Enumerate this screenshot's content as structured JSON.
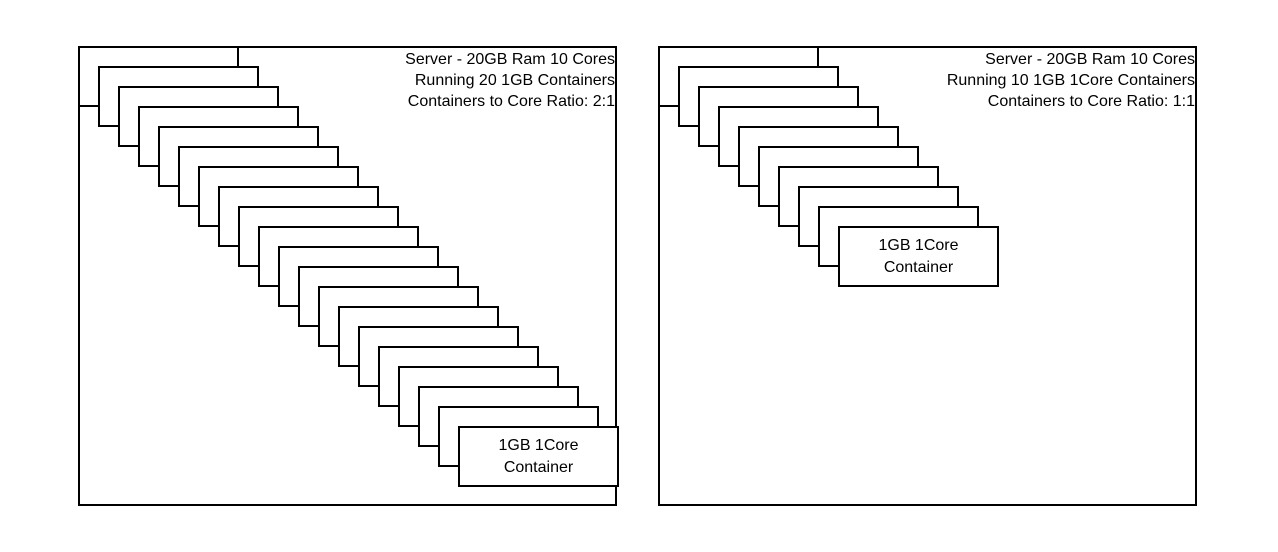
{
  "servers": [
    {
      "info": [
        "Server - 20GB Ram 10 Cores",
        "Running 20 1GB Containers",
        "Containers to Core Ratio: 2:1"
      ],
      "container_count": 20,
      "first_label": "1GB 1Core",
      "last_label": "1GB 1Core\nContainer"
    },
    {
      "info": [
        "Server - 20GB Ram 10 Cores",
        "Running 10 1GB 1Core Containers",
        "Containers to Core Ratio: 1:1"
      ],
      "container_count": 10,
      "first_label": "1GB 1Core",
      "last_label": "1GB 1Core\nContainer"
    }
  ],
  "colors": {
    "stroke": "#000000",
    "fill": "#ffffff"
  }
}
